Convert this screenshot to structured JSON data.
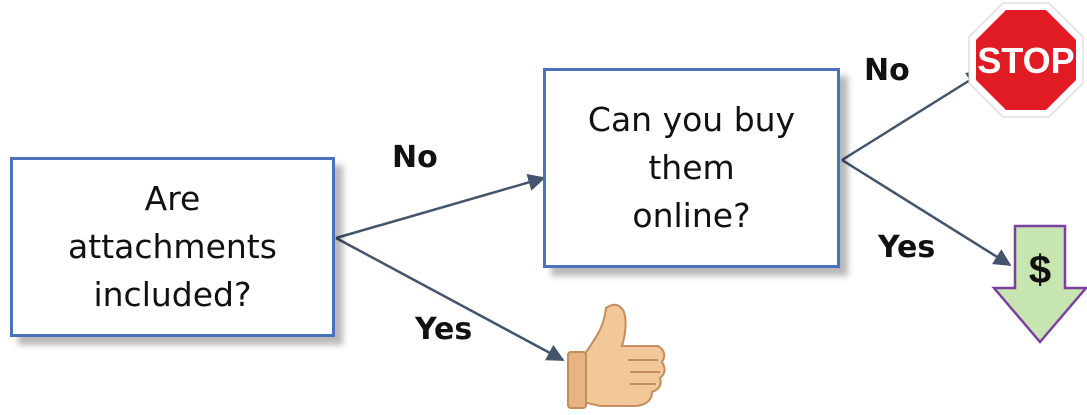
{
  "question1": "Are\nattachments\nincluded?",
  "question2": "Can you buy\nthem\nonline?",
  "branch_labels": {
    "no1": "No",
    "yes1": "Yes",
    "no2": "No",
    "yes2": "Yes"
  },
  "outcomes": {
    "stop_sign_text": "STOP",
    "dollar_text": "$",
    "thumbs_up_icon": "thumbs-up-icon"
  },
  "colors": {
    "box_border": "#4a72b8",
    "arrow": "#44546a",
    "stop_red": "#e01b24",
    "dollar_fill": "#c6e5b0",
    "dollar_border": "#7b3fa0"
  }
}
